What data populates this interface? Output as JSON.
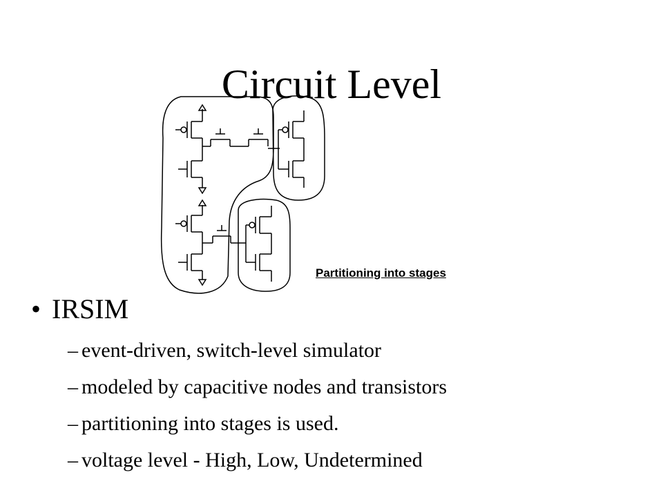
{
  "slide": {
    "title": "Circuit Level",
    "caption": "Partitioning into stages",
    "bullet": {
      "marker": "•",
      "text": "IRSIM"
    },
    "subbullets": [
      {
        "marker": "–",
        "text": "event-driven, switch-level simulator"
      },
      {
        "marker": "–",
        "text": "modeled by capacitive nodes and transistors"
      },
      {
        "marker": "–",
        "text": "partitioning into stages is used."
      },
      {
        "marker": "–",
        "text": "voltage level - High, Low, Undetermined"
      }
    ]
  },
  "diagram": {
    "stroke_color": "#000000",
    "stage_count": 3
  }
}
